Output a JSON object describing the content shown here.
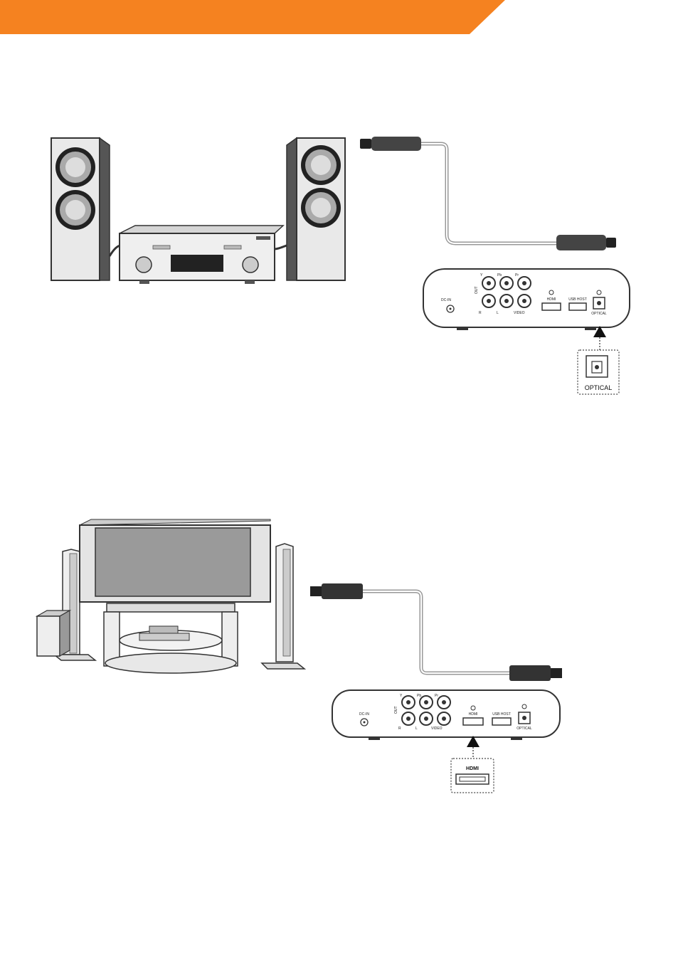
{
  "colors": {
    "header_accent": "#F58220"
  },
  "figure_optical": {
    "player_labels": {
      "dc_in": "DC-IN",
      "y": "Y",
      "pb": "Pb",
      "pr": "Pr",
      "out": "OUT",
      "r": "R",
      "l": "L",
      "video": "VIDEO",
      "hdmi": "HDMI",
      "usb_host": "USB HOST",
      "optical": "OPTICAL"
    },
    "callout_label": "OPTICAL"
  },
  "figure_hdmi": {
    "player_labels": {
      "dc_in": "DC-IN",
      "y": "Y",
      "pb": "Pb",
      "pr": "Pr",
      "out": "OUT",
      "r": "R",
      "l": "L",
      "video": "VIDEO",
      "hdmi": "HDMI",
      "usb_host": "USB HOST",
      "optical": "OPTICAL"
    },
    "callout_label": "HDMI"
  }
}
